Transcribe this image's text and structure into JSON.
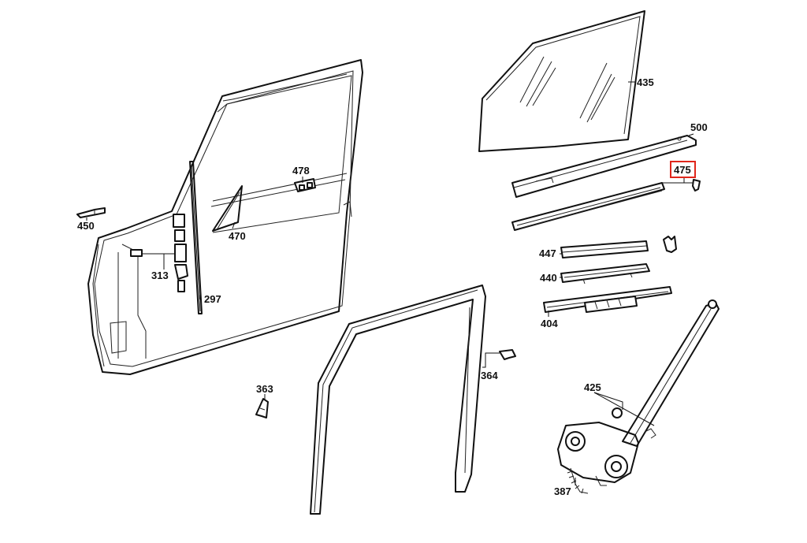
{
  "callouts": {
    "p435": "435",
    "p500": "500",
    "p475": "475",
    "p478": "478",
    "p450": "450",
    "p470": "470",
    "p447": "447",
    "p440": "440",
    "p404": "404",
    "p313": "313",
    "p297": "297",
    "p364": "364",
    "p363": "363",
    "p425": "425",
    "p387": "387"
  },
  "highlighted_callout": "475",
  "colors": {
    "line": "#111111",
    "highlight": "#e0261b",
    "background": "#ffffff"
  }
}
